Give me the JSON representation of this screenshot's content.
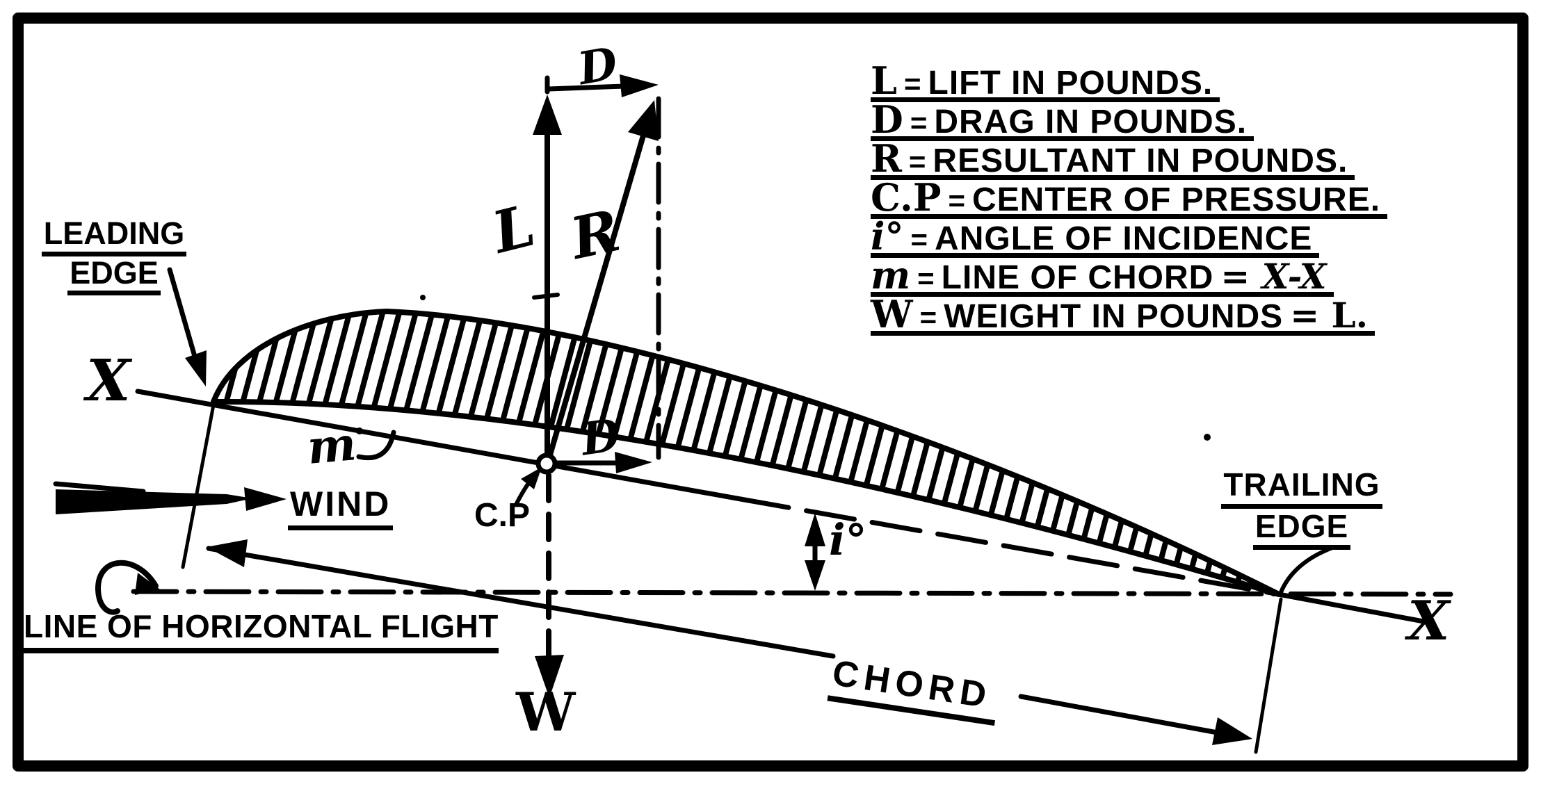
{
  "figure": {
    "title_semantics": "Airfoil force diagram: lift, drag, resultant, center of pressure, angle of incidence",
    "ink_color": "#000000",
    "paper_color": "#ffffff"
  },
  "legend": {
    "rows": [
      {
        "symbol": "L",
        "eq": "=",
        "definition": "LIFT IN POUNDS."
      },
      {
        "symbol": "D",
        "eq": "=",
        "definition": "DRAG IN POUNDS."
      },
      {
        "symbol": "R",
        "eq": "=",
        "definition": "RESULTANT IN POUNDS."
      },
      {
        "symbol": "C.P",
        "eq": "=",
        "definition": "CENTER OF PRESSURE."
      },
      {
        "symbol": "i°",
        "eq": "=",
        "definition": "ANGLE OF INCIDENCE"
      },
      {
        "symbol": "m",
        "eq": "=",
        "definition": "LINE OF CHORD",
        "suffix": "= X-X"
      },
      {
        "symbol": "W",
        "eq": "=",
        "definition": "WEIGHT IN POUNDS",
        "suffix": "= L."
      }
    ]
  },
  "labels": {
    "leading_edge_line1": "LEADING",
    "leading_edge_line2": "EDGE",
    "trailing_edge_line1": "TRAILING",
    "trailing_edge_line2": "EDGE",
    "wind": "WIND",
    "horizontal_flight": "LINE OF HORIZONTAL FLIGHT",
    "chord": "CHORD",
    "x_left": "X",
    "x_right": "X",
    "lift_vector": "L",
    "resultant_vector": "R",
    "drag_vector_top": "D",
    "drag_vector_cp": "D",
    "weight_vector": "W",
    "center_of_pressure": "C.P",
    "angle_of_incidence": "i°",
    "line_of_chord_symbol": "m"
  }
}
